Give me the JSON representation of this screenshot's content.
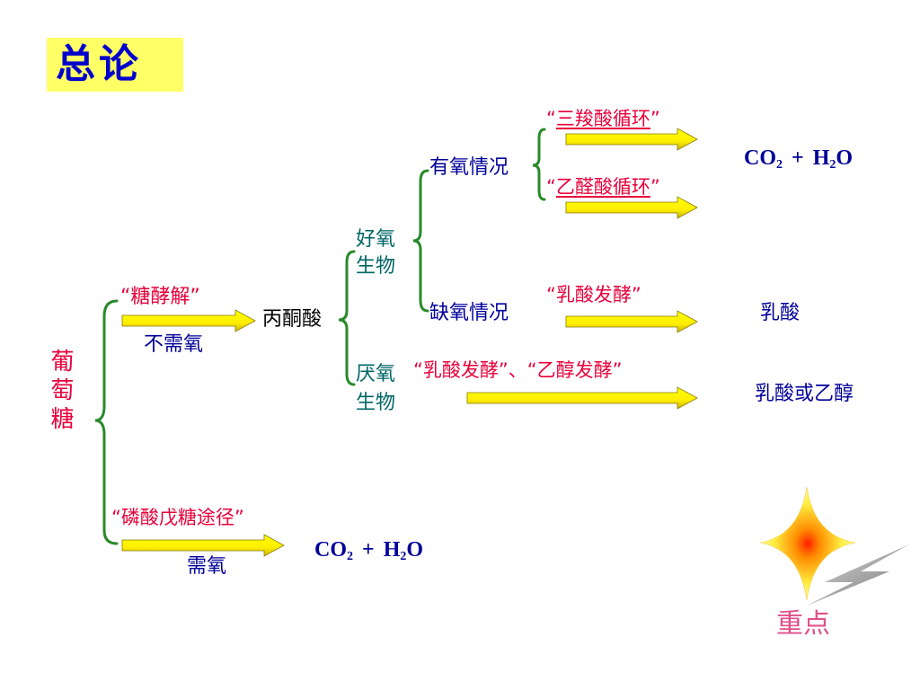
{
  "title": "总论",
  "labels": {
    "glucose": "葡萄糖",
    "glycolysis": "“糖酵解”",
    "no_oxygen_needed": "不需氧",
    "pyruvate": "丙酮酸",
    "aerobic_organism_l1": "好氧",
    "aerobic_organism_l2": "生物",
    "anaerobic_organism_l1": "厌氧",
    "anaerobic_organism_l2": "生物",
    "aerobic_condition": "有氧情况",
    "anoxic_condition": "缺氧情况",
    "tca_quote_open": "“",
    "tca": "三羧酸循环",
    "tca_quote_close": "”",
    "glyoxylate_quote_open": "“",
    "glyoxylate": "乙醛酸循环",
    "glyoxylate_quote_close": "”",
    "lactic_fermentation": "“乳酸发酵”",
    "anaerobic_fermentation": "“乳酸发酵”、“乙醇发酵”",
    "product_co2": "CO",
    "product_co2_sub": "2",
    "product_plus": "+",
    "product_h2o_h": "H",
    "product_h2o_sub": "2",
    "product_h2o_o": "O",
    "product_lactic": "乳酸",
    "product_lactic_or_ethanol": "乳酸或乙醇",
    "pentose_phosphate": "“磷酸戊糖途径”",
    "oxygen_needed": "需氧",
    "product2_co2": "CO",
    "product2_co2_sub": "2",
    "product2_plus": "+",
    "product2_h2o_h": "H",
    "product2_h2o_sub": "2",
    "product2_h2o_o": "O",
    "key_point": "重点"
  },
  "colors": {
    "title_bg": "#ffff66",
    "title_text": "#0000cc",
    "pathway_red": "#e8003a",
    "label_blue": "#000099",
    "organism_teal": "#006666",
    "brace_green": "#2a8a2a",
    "arrow_yellow": "#ffff00",
    "key_point_pink": "#e0508a"
  },
  "icons": [
    "yellow-arrow-icon",
    "green-brace-icon",
    "sparkle-star-icon",
    "gray-lightning-icon"
  ]
}
